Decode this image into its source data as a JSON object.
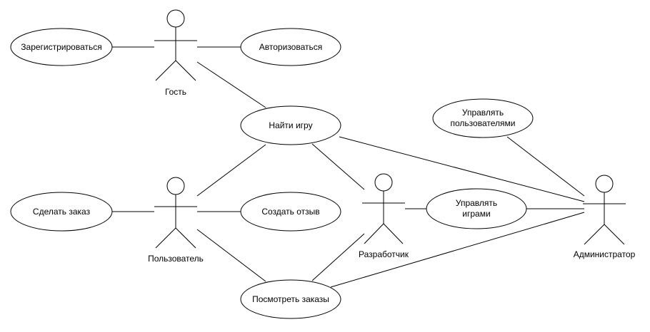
{
  "actors": {
    "guest": "Гость",
    "user": "Пользователь",
    "developer": "Разработчик",
    "admin": "Администратор"
  },
  "use_cases": {
    "register": "Зарегистрироваться",
    "login": "Авторизоваться",
    "find_game": "Найти игру",
    "make_order": "Сделать заказ",
    "create_review": "Создать отзыв",
    "view_orders": "Посмотреть заказы",
    "manage_users": [
      "Управлять",
      "пользователями"
    ],
    "manage_games": [
      "Управлять",
      "играми"
    ]
  }
}
